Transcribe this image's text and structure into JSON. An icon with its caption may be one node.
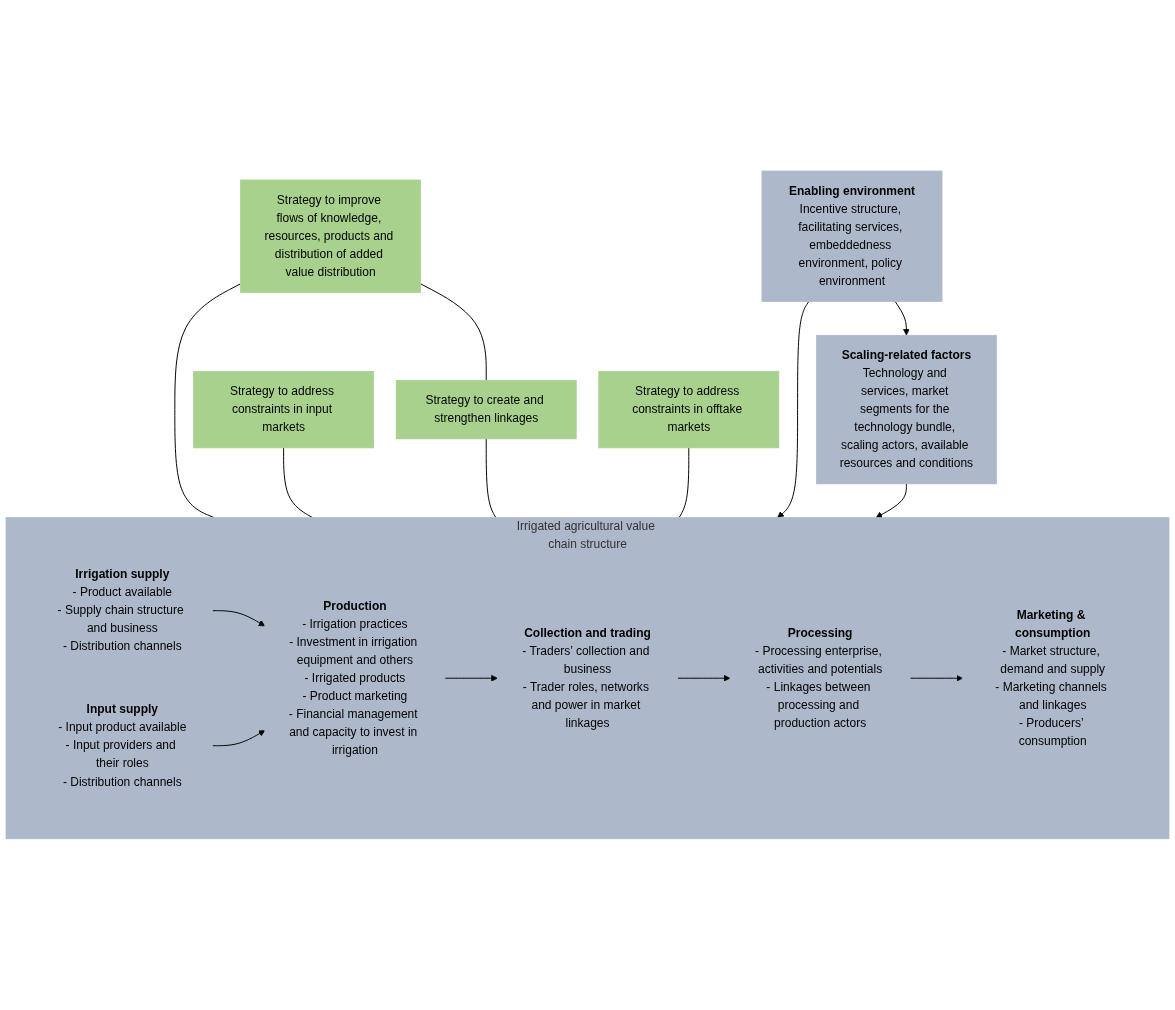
{
  "diagram": {
    "nodes": [
      {
        "text": [
          "Strategy to improve flows of knowledge, resources, products and distribution of added value distribution"
        ]
      },
      {
        "text": [
          "Strategy to address constraints in input markets"
        ]
      },
      {
        "text": [
          "Strategy to create and strengthen linkages"
        ]
      },
      {
        "text": [
          "Strategy to address constraints in offtake markets"
        ]
      },
      {
        "text": [
          "Irrigated agricultural value chain structure"
        ]
      },
      {
        "text": [
          "Irrigation supply",
          "- Product available",
          "- Supply chain structure and business",
          "- Distribution channels"
        ],
        "in": 4
      },
      {
        "text": [
          "Input supply",
          "- Input product available",
          "- Input providers and their roles",
          "- Distribution channels"
        ],
        "in": 4
      },
      {
        "text": [
          "Production",
          "- Irrigation practices",
          "- Investment in irrigation equipment and others",
          "- Irrigated products",
          "- Product marketing",
          "- Financial management and capacity to invest in irrigation"
        ],
        "in": 4
      },
      {
        "text": [
          "Collection and trading",
          "- Traders’ collection and business",
          "- Trader roles, networks and power in market linkages"
        ],
        "in": 4
      },
      {
        "text": [
          "Processing",
          "- Processing enterprise, activities and potentials",
          "- Linkages between processing and production actors"
        ],
        "in": 4
      },
      {
        "text": [
          "Marketing & consumption",
          "- Market structure, demand and supply",
          "- Marketing channels and linkages",
          "- Producers’ consumption"
        ],
        "in": 4
      },
      {
        "text": [
          "Enabling environment",
          "Incentive structure, facilitating services, embeddedness environment, policy environment"
        ]
      },
      {
        "text": [
          "Scaling-related factors",
          "Technology and services, market segments for the technology bundle, scaling actors, available resources and conditions"
        ]
      }
    ],
    "edges": [
      {
        "from": 0,
        "to": 2,
        "arrow": "none"
      },
      {
        "from": 0,
        "to": 4,
        "arrow": "none"
      },
      {
        "from": 1,
        "to": 4,
        "arrow": "none"
      },
      {
        "from": 2,
        "to": 4,
        "arrow": "none"
      },
      {
        "from": 3,
        "to": 4,
        "arrow": "none"
      },
      {
        "from": 5,
        "to": 7,
        "arrow": "to"
      },
      {
        "from": 6,
        "to": 7,
        "arrow": "to"
      },
      {
        "from": 7,
        "to": 8,
        "arrow": "to"
      },
      {
        "from": 8,
        "to": 9,
        "arrow": "to"
      },
      {
        "from": 9,
        "to": 10,
        "arrow": "to"
      },
      {
        "from": 11,
        "to": 4,
        "arrow": "to"
      },
      {
        "from": 12,
        "to": 4,
        "arrow": "to"
      },
      {
        "from": 11,
        "to": 12,
        "arrow": "to"
      }
    ]
  }
}
